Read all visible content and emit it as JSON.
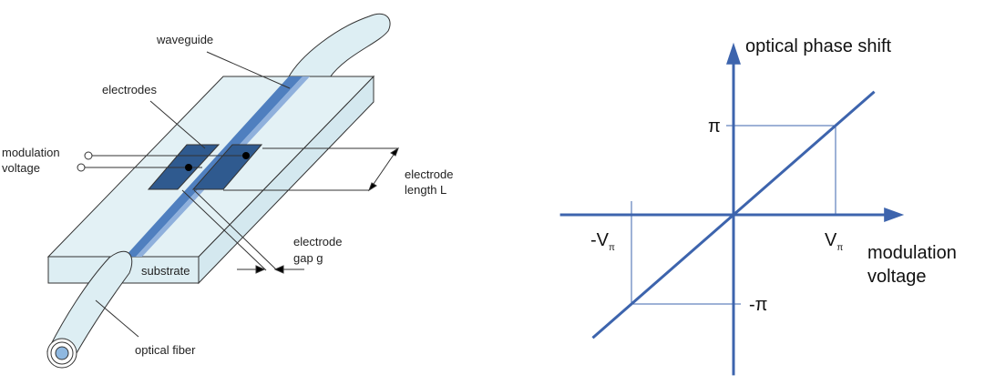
{
  "modulator": {
    "labels": {
      "waveguide": "waveguide",
      "electrodes": "electrodes",
      "modulation_voltage_1": "modulation",
      "modulation_voltage_2": "voltage",
      "electrode_length_1": "electrode",
      "electrode_length_2": "length L",
      "electrode_gap_1": "electrode",
      "electrode_gap_2": "gap g",
      "substrate": "substrate",
      "optical_fiber": "optical fiber"
    },
    "colors": {
      "substrate": "#ddeef3",
      "waveguide": "#4f7fbf",
      "waveguide_light": "#8fb0dc",
      "electrode": "#2f5a8f",
      "outline": "#333333"
    }
  },
  "chart_data": {
    "type": "line",
    "ylabel": "optical phase shift",
    "xlabel_1": "modulation",
    "xlabel_2": "voltage",
    "x_ticks": [
      {
        "value": -1,
        "label": "-V",
        "sub": "π"
      },
      {
        "value": 1,
        "label": "V",
        "sub": "π"
      }
    ],
    "y_ticks": [
      {
        "value": 1,
        "label": "π"
      },
      {
        "value": -1,
        "label": "-π"
      }
    ],
    "x_units": "Vπ",
    "y_units": "π",
    "series": [
      {
        "name": "phase shift",
        "x": [
          -1.38,
          1.38
        ],
        "y": [
          -1.38,
          1.38
        ]
      }
    ],
    "xlim": [
      -1.7,
      1.6
    ],
    "ylim": [
      -1.8,
      1.85
    ],
    "colors": {
      "axis": "#3d64ad",
      "line": "#3d64ad",
      "guide": "#3d64ad"
    }
  }
}
